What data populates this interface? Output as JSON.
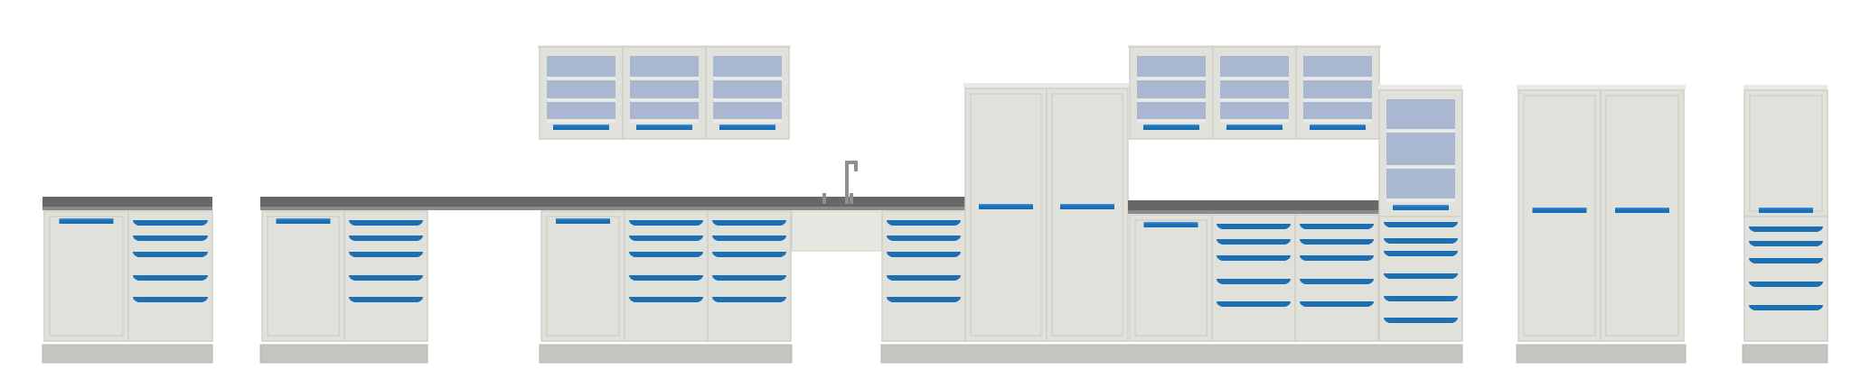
{
  "colors": {
    "background": "#ffffff",
    "cabinet_body": "#e1e1db",
    "cabinet_edge": "#cfcfc7",
    "panel_line": "#c9c9c1",
    "countertop": "#676767",
    "countertop_edge": "#8a8a8a",
    "plinth": "#c4c4c0",
    "handle": "#1d6fb3",
    "handle_light": "#3b8fd6",
    "glass": "#aab7d1",
    "shelf": "#e9e9e6",
    "faucet": "#8f8f8f"
  },
  "elements": {
    "base_cabinets": 7,
    "wall_cabinets": 3,
    "tall_cabinets": 4,
    "countertops": 3,
    "faucet": "faucet"
  }
}
